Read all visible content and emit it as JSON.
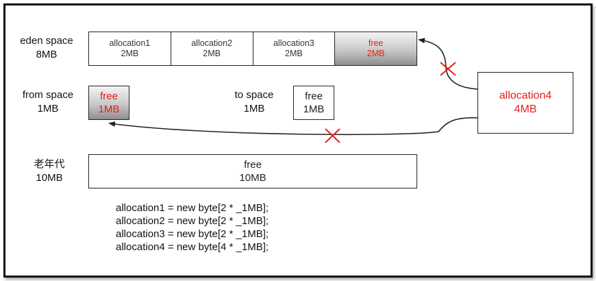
{
  "eden": {
    "label": "eden space",
    "size": "8MB",
    "cells": [
      {
        "name": "allocation1",
        "size": "2MB",
        "free": false
      },
      {
        "name": "allocation2",
        "size": "2MB",
        "free": false
      },
      {
        "name": "allocation3",
        "size": "2MB",
        "free": false
      },
      {
        "name": "free",
        "size": "2MB",
        "free": true
      }
    ]
  },
  "from": {
    "label": "from space",
    "size": "1MB",
    "box_name": "free",
    "box_size": "1MB"
  },
  "to": {
    "label": "to space",
    "size": "1MB",
    "box_name": "free",
    "box_size": "1MB"
  },
  "old": {
    "label": "老年代",
    "size": "10MB",
    "box_name": "free",
    "box_size": "10MB"
  },
  "allocation4": {
    "name": "allocation4",
    "size": "4MB"
  },
  "code": [
    "allocation1 = new byte[2 * _1MB];",
    "allocation2 = new byte[2 * _1MB];",
    "allocation3 = new byte[2 * _1MB];",
    "allocation4 = new byte[4 * _1MB];"
  ],
  "colors": {
    "free_text": "#e0211a",
    "cross": "#e0211a",
    "border": "#222222"
  }
}
